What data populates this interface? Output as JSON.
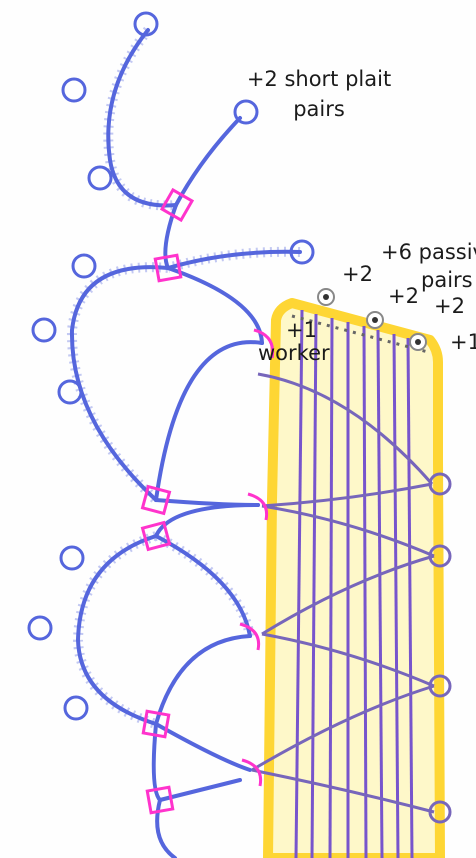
{
  "labels": {
    "short_plait_line1": "+2 short plait",
    "short_plait_line2": "pairs",
    "passive_line1": "+6 passive",
    "passive_line2": "pairs",
    "pair_add_1": "+2",
    "pair_add_2": "+2",
    "pair_add_3": "+2",
    "pair_add_4": "+1",
    "worker_count": "+1",
    "worker_label": "worker"
  },
  "colors": {
    "plait_blue": "#5566dd",
    "cross_pink": "#ff33cc",
    "tape_purple": "#7755cc",
    "tape_outline": "#ffd21f",
    "pin_grey": "#888888",
    "text": "#1b1b1b"
  },
  "icons": {
    "pin": "pin-marker-icon",
    "picot": "picot-loop-icon"
  }
}
